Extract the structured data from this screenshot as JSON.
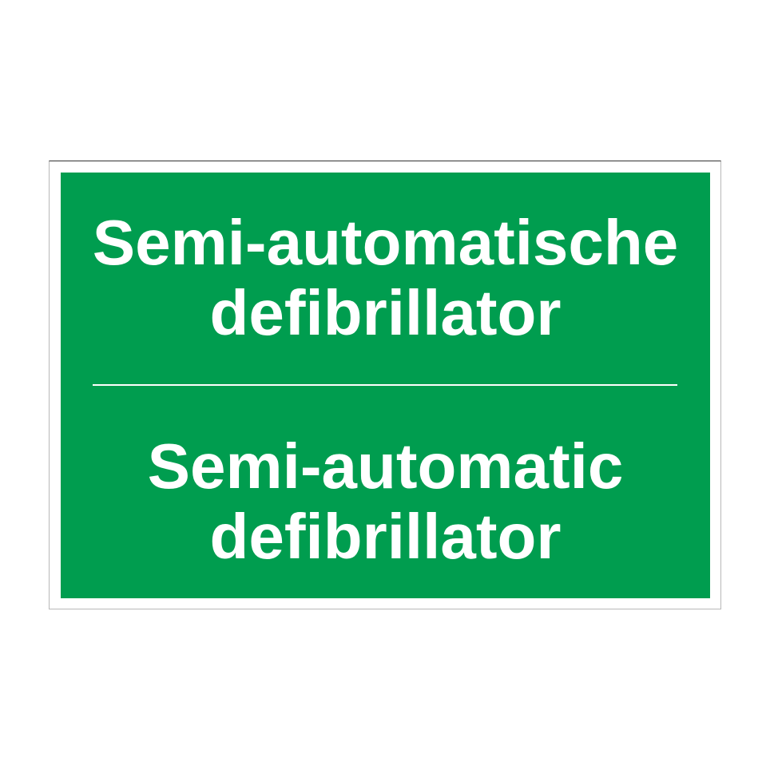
{
  "sign": {
    "colors": {
      "background": "#009d4f",
      "text": "#ffffff"
    },
    "dutch": {
      "line1": "Semi-automatische",
      "line2": "defibrillator"
    },
    "english": {
      "line1": "Semi-automatic",
      "line2": "defibrillator"
    }
  }
}
